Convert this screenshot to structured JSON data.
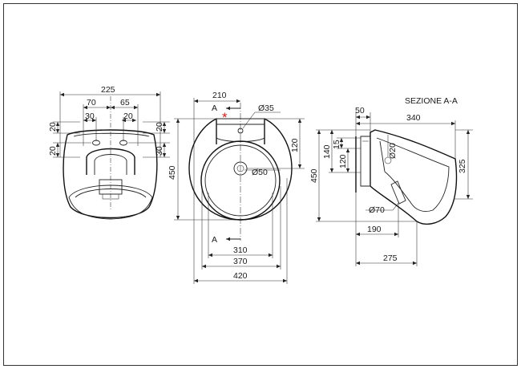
{
  "section_title": "SEZIONE A-A",
  "section_marker": "A",
  "asterisk": "*",
  "front_view": {
    "dims": {
      "w225": "225",
      "w70": "70",
      "w65": "65",
      "w30": "30",
      "w20r": "20",
      "v20a": "20",
      "v20b": "20",
      "v20c": "20",
      "v30": "30"
    }
  },
  "top_view": {
    "dims": {
      "d210": "210",
      "d35": "Ø35",
      "d120": "120",
      "d450": "450",
      "d50": "Ø50",
      "d310": "310",
      "d370": "370",
      "d420": "420"
    }
  },
  "side_view": {
    "dims": {
      "d50": "50",
      "d340": "340",
      "d140": "140",
      "d15": "15",
      "d20": "Ø20",
      "d120": "120",
      "d325": "325",
      "d450": "450",
      "d70": "Ø70",
      "d190": "190",
      "d275": "275"
    }
  }
}
